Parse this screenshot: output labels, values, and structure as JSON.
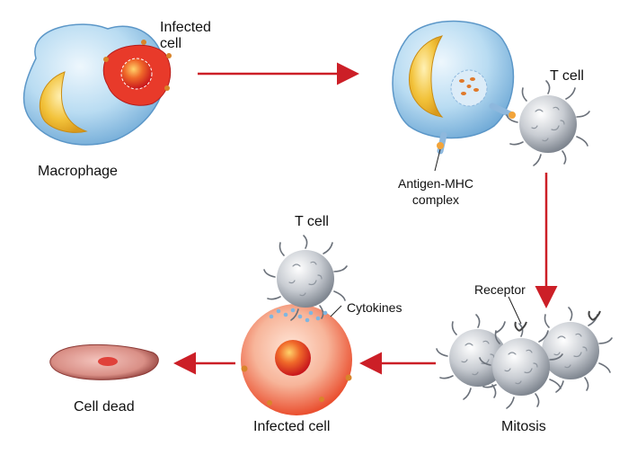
{
  "labels": {
    "infected_cell_top_line1": "Infected",
    "infected_cell_top_line2": "cell",
    "macrophage": "Macrophage",
    "t_cell_top": "T cell",
    "antigen_line1": "Antigen-MHC",
    "antigen_line2": "complex",
    "t_cell_bottom": "T cell",
    "cytokines": "Cytokines",
    "receptor": "Receptor",
    "mitosis": "Mitosis",
    "infected_cell_bottom": "Infected cell",
    "cell_dead": "Cell dead"
  },
  "colors": {
    "arrow": "#cc1f27",
    "macrophage_body": "#b9dcf2",
    "nucleus_yellow": "#f2c23a",
    "infected_red": "#e83a2a",
    "t_cell_gray": "#c8ccd2",
    "infected_glow": "#f7b59a",
    "dead_cell": "#d98f86"
  },
  "icons": {
    "macrophage": "macrophage-cell-icon",
    "t_cell": "t-cell-icon",
    "infected_cell": "infected-cell-icon",
    "dead_cell": "dead-cell-icon"
  }
}
